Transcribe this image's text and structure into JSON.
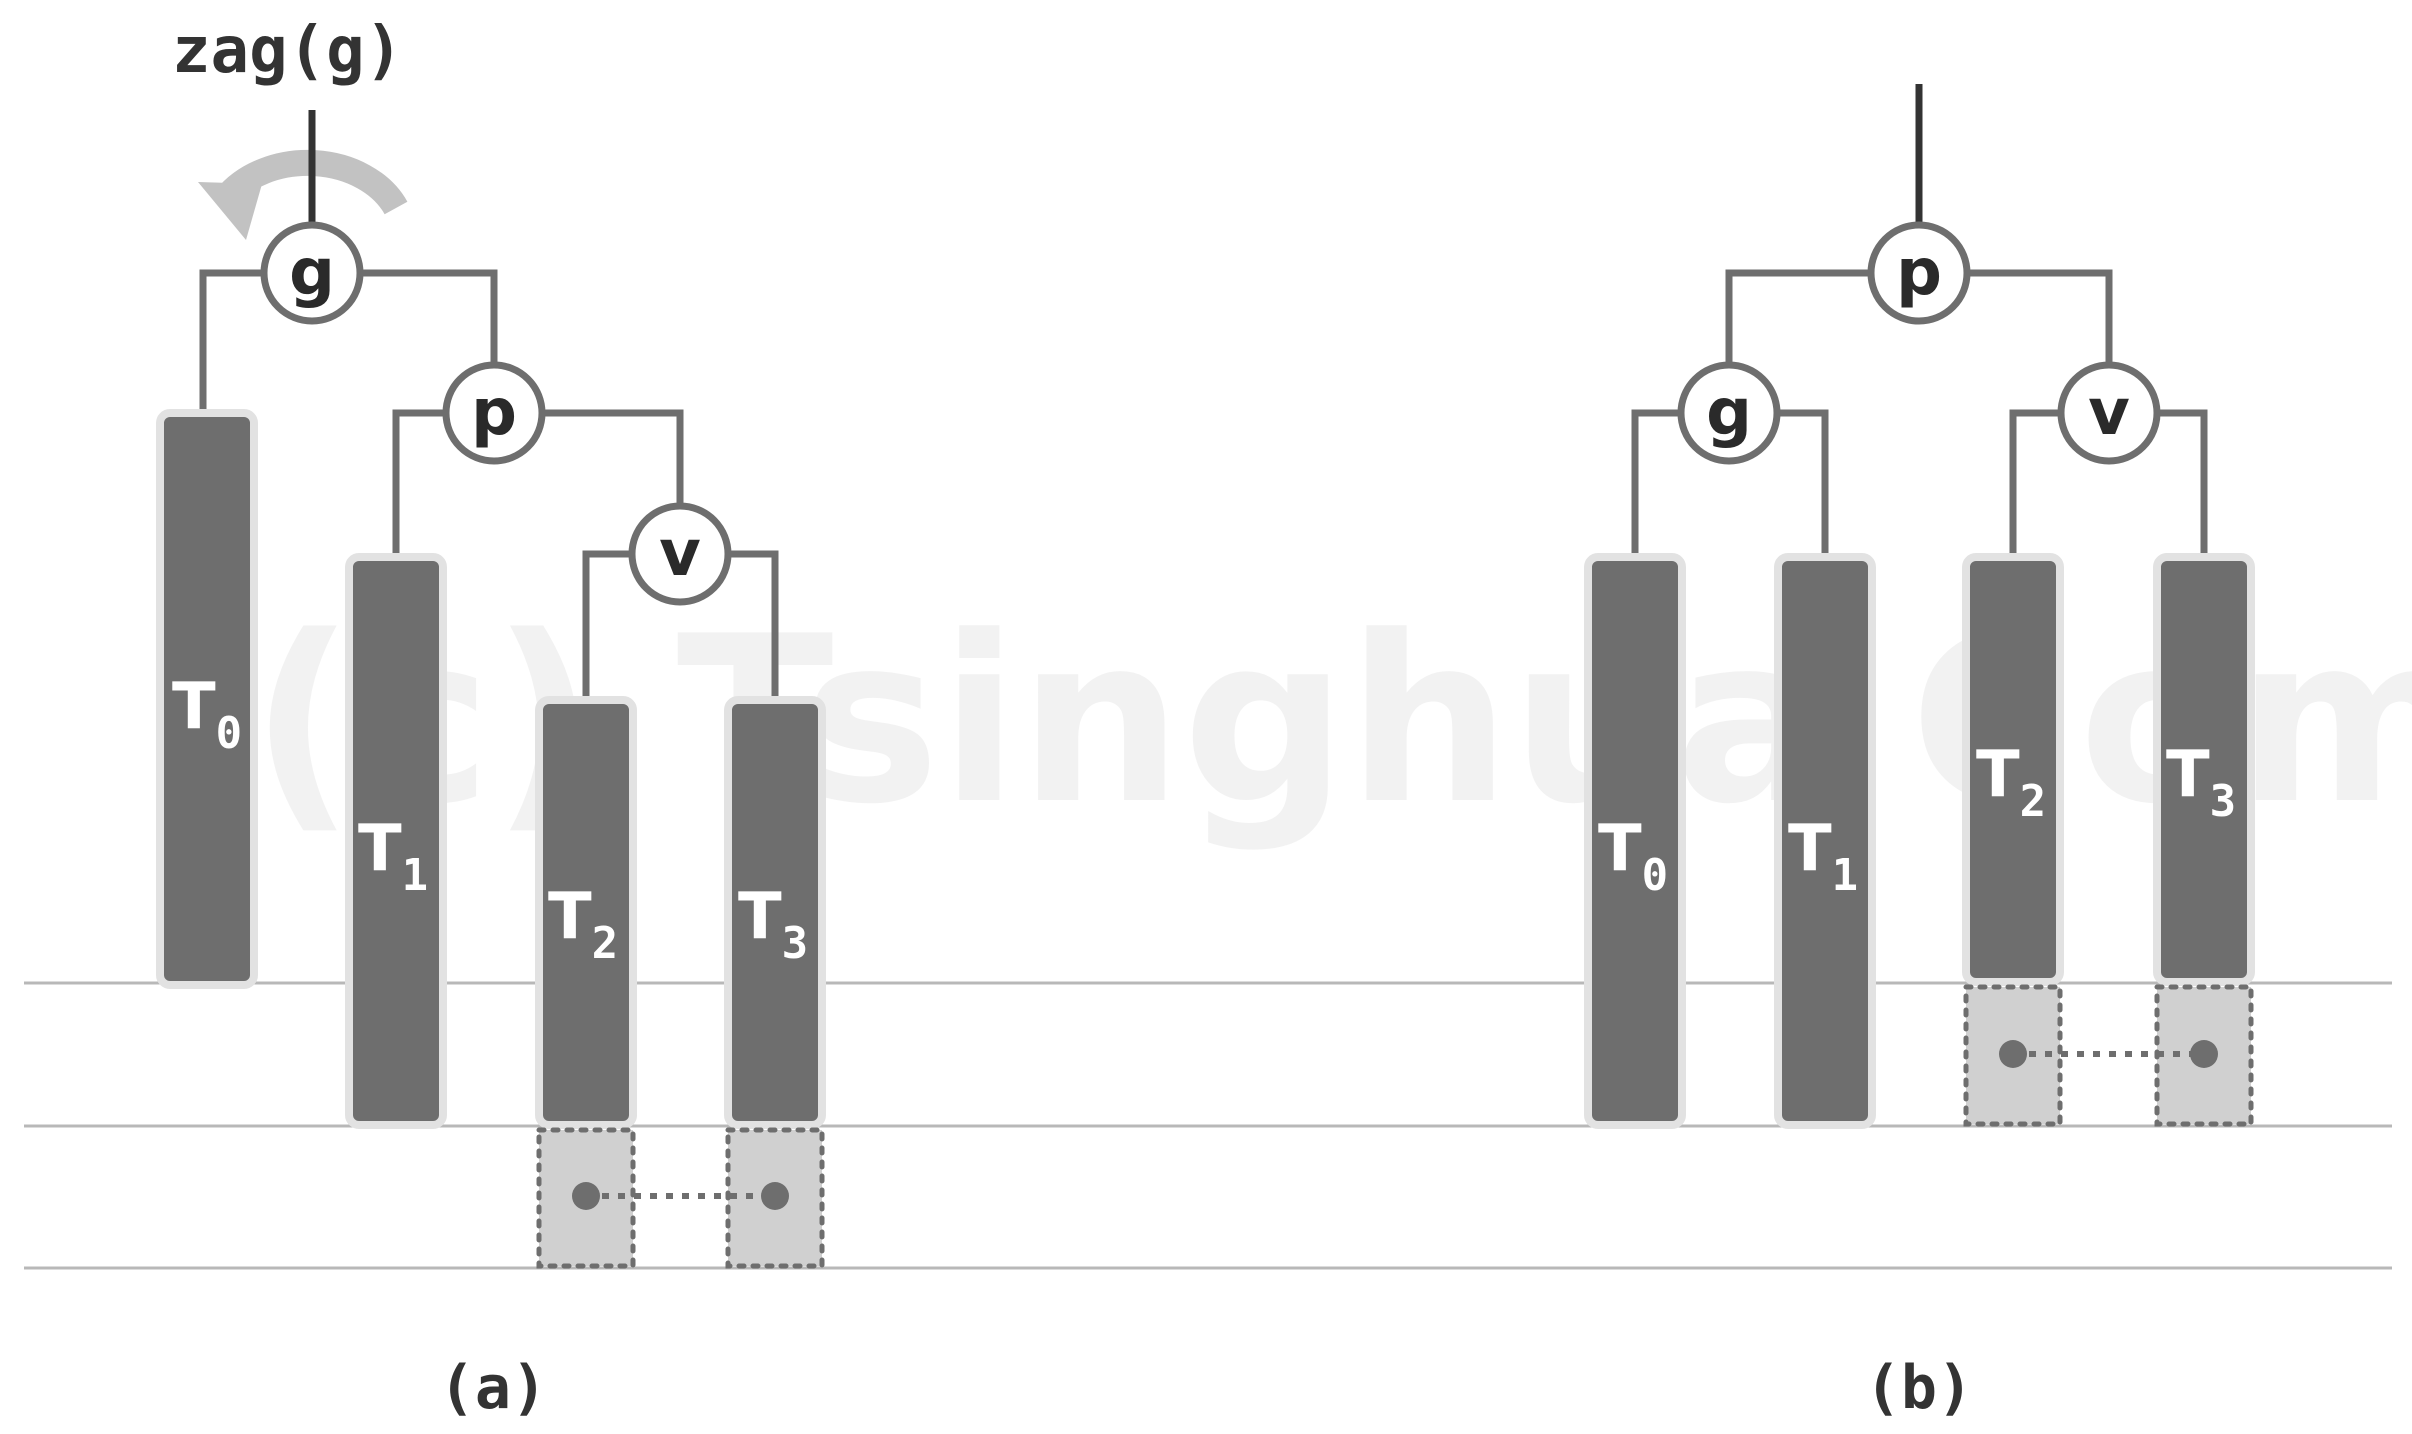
{
  "watermark": "(c) Tsinghua Computer",
  "operation_label": "zag(g)",
  "captions": {
    "left": "(a)",
    "right": "(b)"
  },
  "nodes": {
    "g": "g",
    "p": "p",
    "v": "v"
  },
  "subtrees": {
    "T0": {
      "main": "T",
      "sub": "0"
    },
    "T1": {
      "main": "T",
      "sub": "1"
    },
    "T2": {
      "main": "T",
      "sub": "2"
    },
    "T3": {
      "main": "T",
      "sub": "3"
    }
  },
  "colors": {
    "subtree_fill": "#6e6e6e",
    "subtree_border": "#e2e2e2",
    "edge": "#6e6e6e",
    "node_stroke": "#6e6e6e",
    "guide_line": "#b8b8b8",
    "extension_fill": "#d0d0d0",
    "rotation_arrow": "#c2c2c2"
  }
}
